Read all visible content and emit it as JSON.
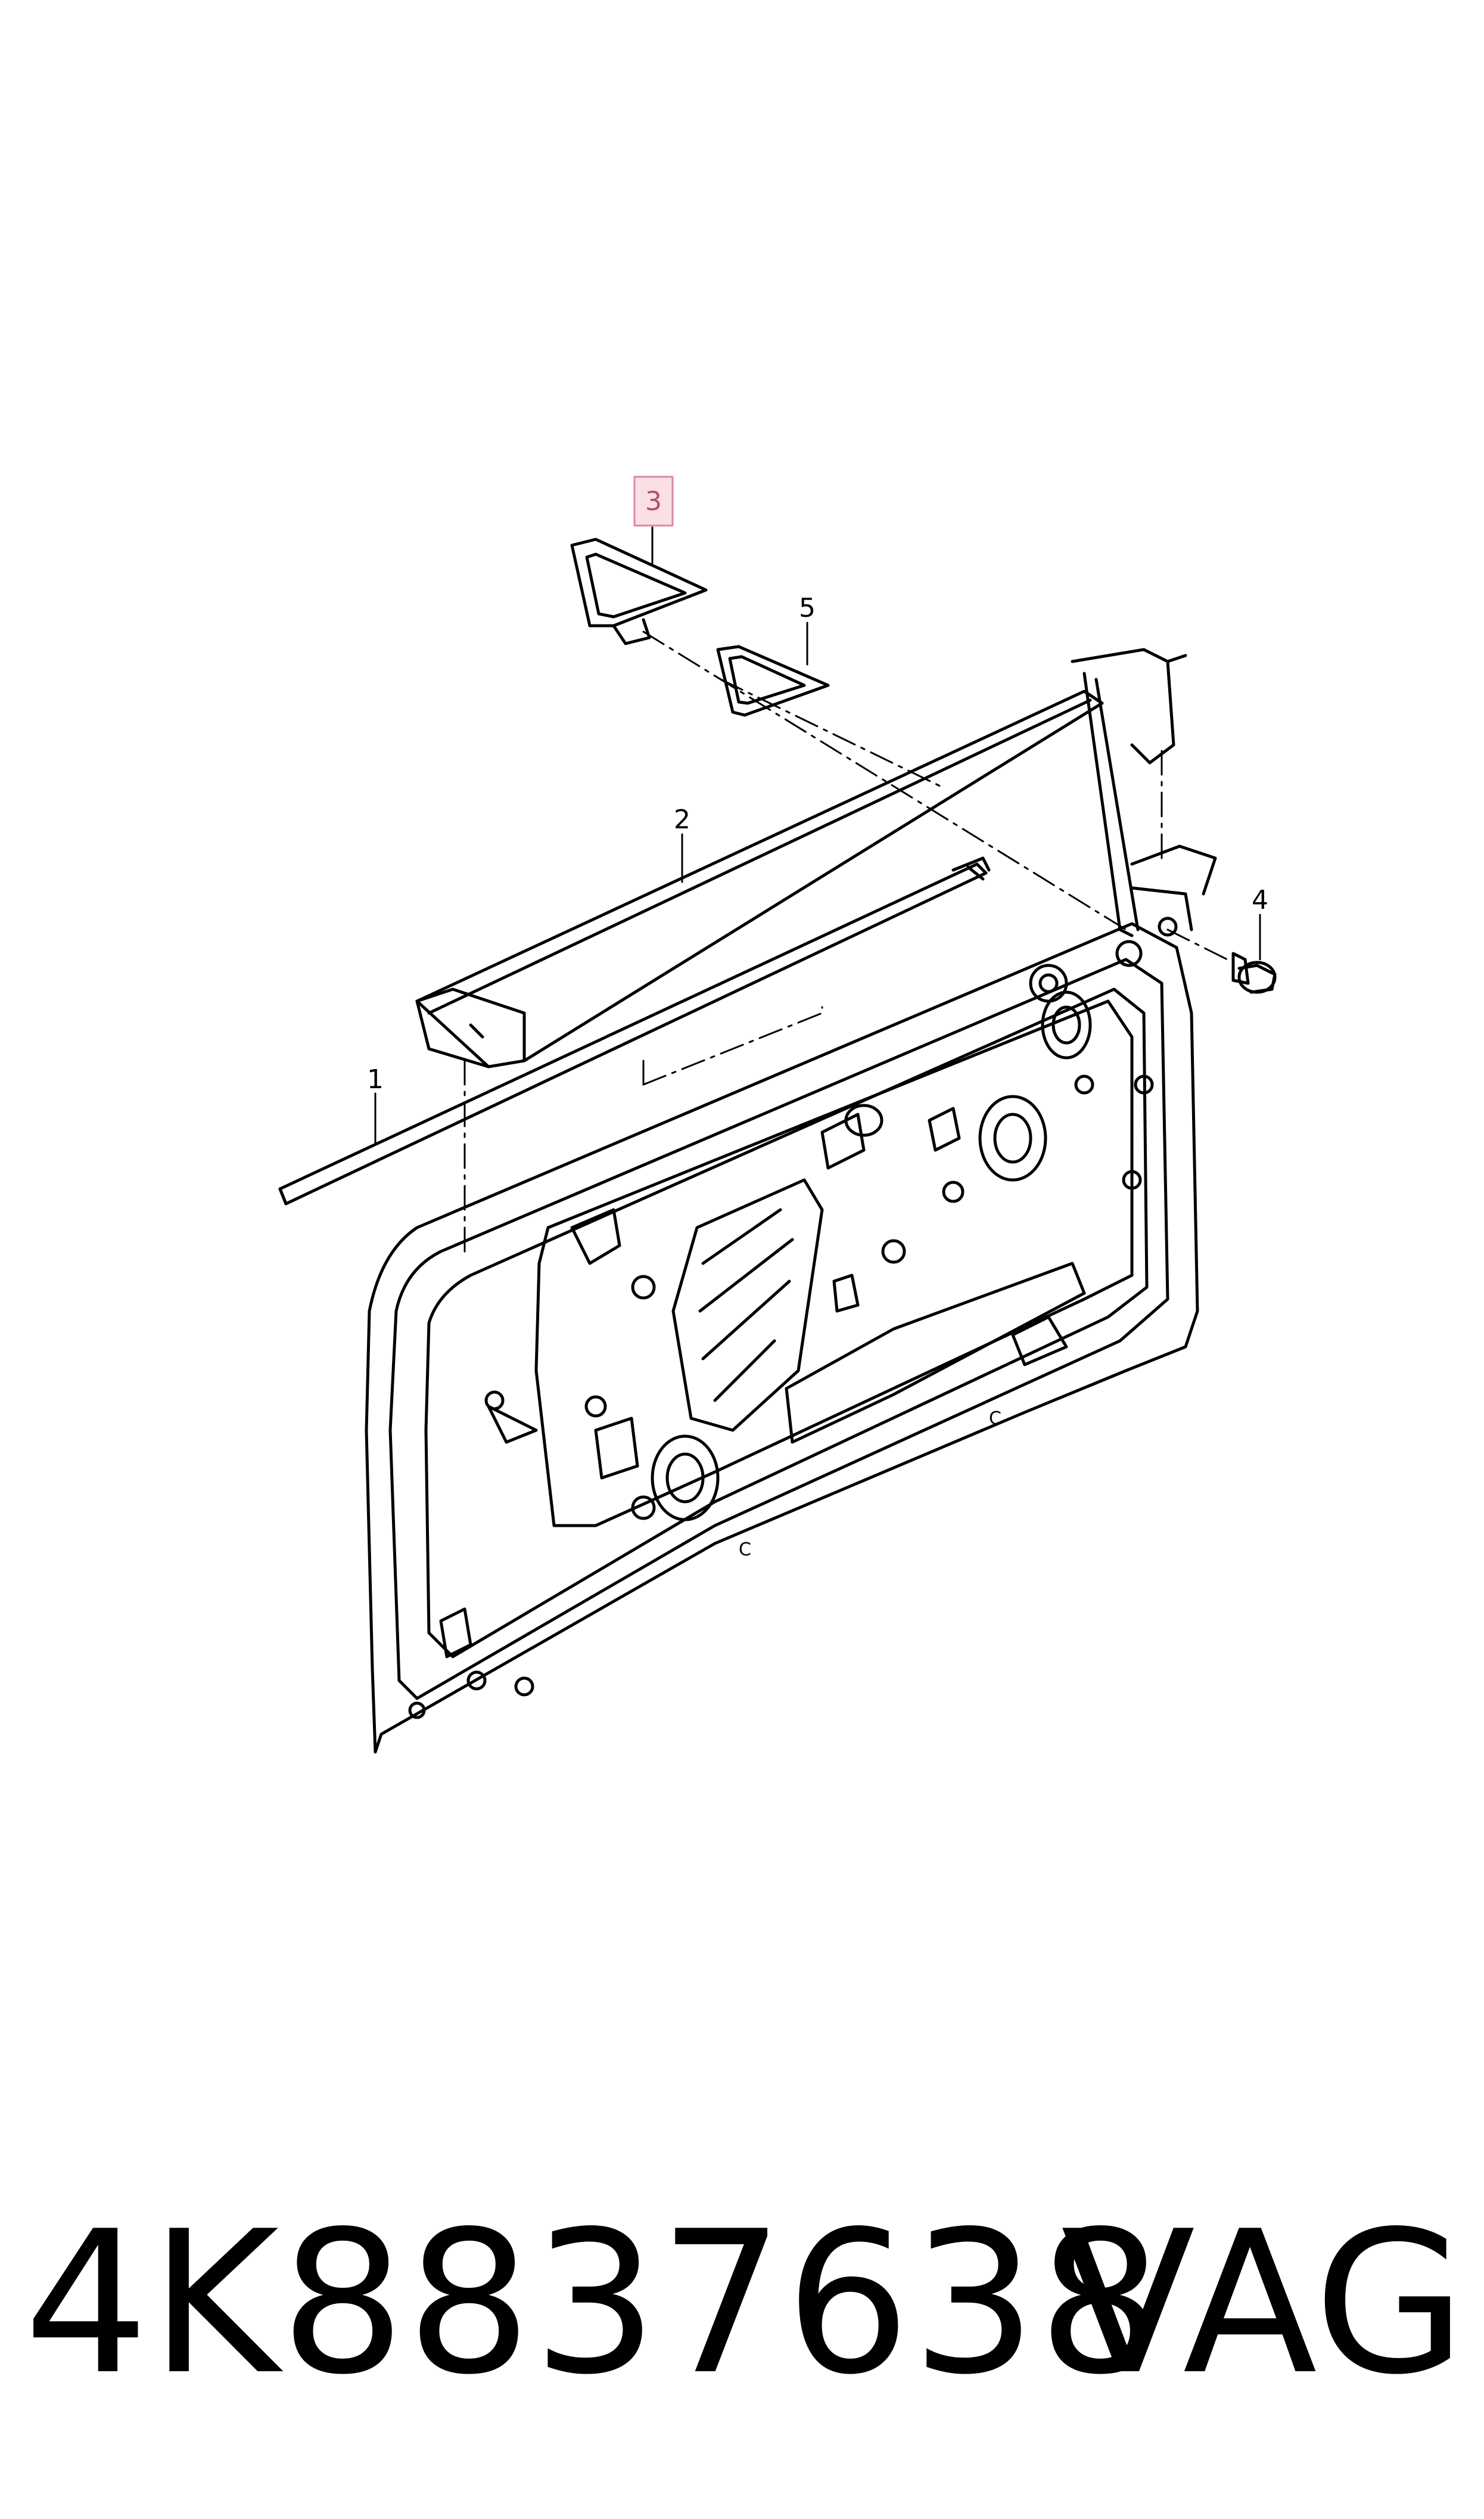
{
  "callouts": {
    "c1": "1",
    "c2": "2",
    "c3": "3",
    "c4": "4",
    "c5": "5"
  },
  "highlight_color": "#f4b8c4",
  "footer": {
    "part_number": "4K8837638",
    "brand": "VAG"
  }
}
